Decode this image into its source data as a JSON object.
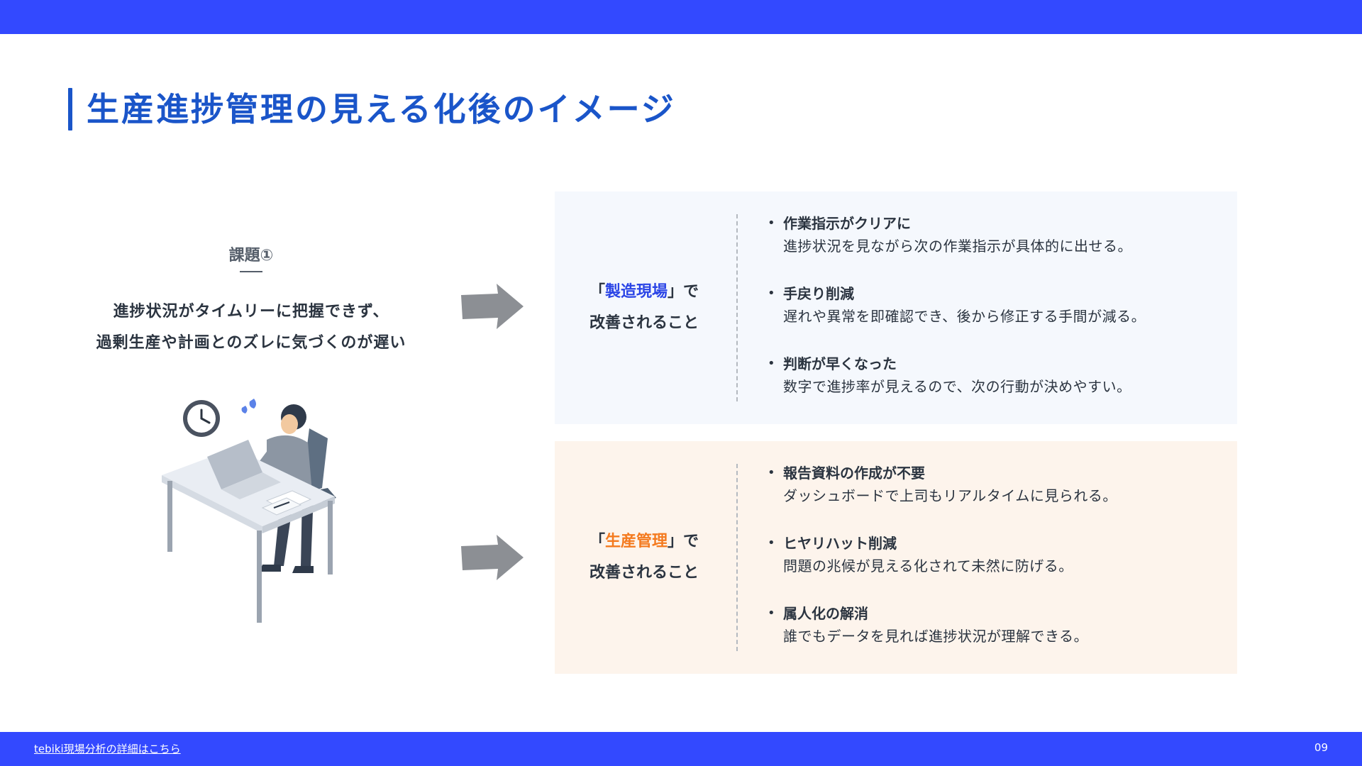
{
  "title": "生産進捗管理の見える化後のイメージ",
  "issue": {
    "label": "課題①",
    "line1": "進捗状況がタイムリーに把握できず、",
    "line2": "過剰生産や計画とのズレに気づくのが遅い"
  },
  "panels": [
    {
      "prefix": "「",
      "highlight": "製造現場",
      "suffix": "」で",
      "line2": "改善されること",
      "highlight_color": "#2b45e6",
      "bullets": [
        {
          "title": "作業指示がクリアに",
          "desc": "進捗状況を見ながら次の作業指示が具体的に出せる。"
        },
        {
          "title": "手戻り削減",
          "desc": "遅れや異常を即確認でき、後から修正する手間が減る。"
        },
        {
          "title": "判断が早くなった",
          "desc": "数字で進捗率が見えるので、次の行動が決めやすい。"
        }
      ]
    },
    {
      "prefix": "「",
      "highlight": "生産管理",
      "suffix": "」で",
      "line2": "改善されること",
      "highlight_color": "#f47a1f",
      "bullets": [
        {
          "title": "報告資料の作成が不要",
          "desc": "ダッシュボードで上司もリアルタイムに見られる。"
        },
        {
          "title": "ヒヤリハット削減",
          "desc": "問題の兆候が見える化されて未然に防げる。"
        },
        {
          "title": "属人化の解消",
          "desc": "誰でもデータを見れば進捗状況が理解できる。"
        }
      ]
    }
  ],
  "footer": {
    "link_text": "tebiki現場分析の詳細はこちら",
    "page_number": "09"
  },
  "colors": {
    "brand_bar": "#3349ff",
    "title": "#1a55c9",
    "panel1_bg": "#f5f8fd",
    "panel2_bg": "#fdf4ec"
  }
}
